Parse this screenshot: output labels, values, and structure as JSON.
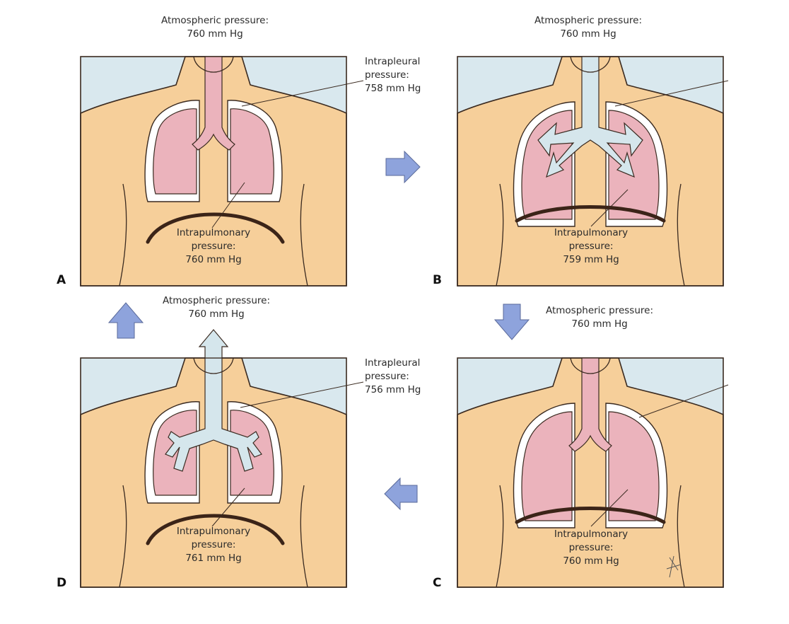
{
  "panels": {
    "a": {
      "letter": "A",
      "atmospheric": [
        "Atmospheric pressure:",
        "760 mm Hg"
      ],
      "intrapleural": [
        "Intrapleural",
        "pressure:",
        "758 mm Hg"
      ],
      "intrapulmonary": [
        "Intrapulmonary",
        "pressure:",
        "760 mm Hg"
      ]
    },
    "b": {
      "letter": "B",
      "atmospheric": [
        "Atmospheric pressure:",
        "760 mm Hg"
      ],
      "intrapulmonary": [
        "Intrapulmonary",
        "pressure:",
        "759 mm Hg"
      ]
    },
    "c": {
      "letter": "C",
      "atmospheric": [
        "Atmospheric pressure:",
        "760 mm Hg"
      ],
      "intrapulmonary": [
        "Intrapulmonary",
        "pressure:",
        "760 mm Hg"
      ]
    },
    "d": {
      "letter": "D",
      "atmospheric": [
        "Atmospheric pressure:",
        "760 mm Hg"
      ],
      "intrapleural": [
        "Intrapleural",
        "pressure:",
        "756 mm Hg"
      ],
      "intrapulmonary": [
        "Intrapulmonary",
        "pressure:",
        "761 mm Hg"
      ]
    }
  },
  "colors": {
    "skin": "#f6cf9a",
    "background_box": "#d9e8ee",
    "lung": "#ebb3bc",
    "airway_empty": "#d5e6ec",
    "pleura": "#ffffff",
    "outline": "#3a2a20",
    "diaphragm": "#3b2418",
    "arrow": "#8ea3dc"
  }
}
